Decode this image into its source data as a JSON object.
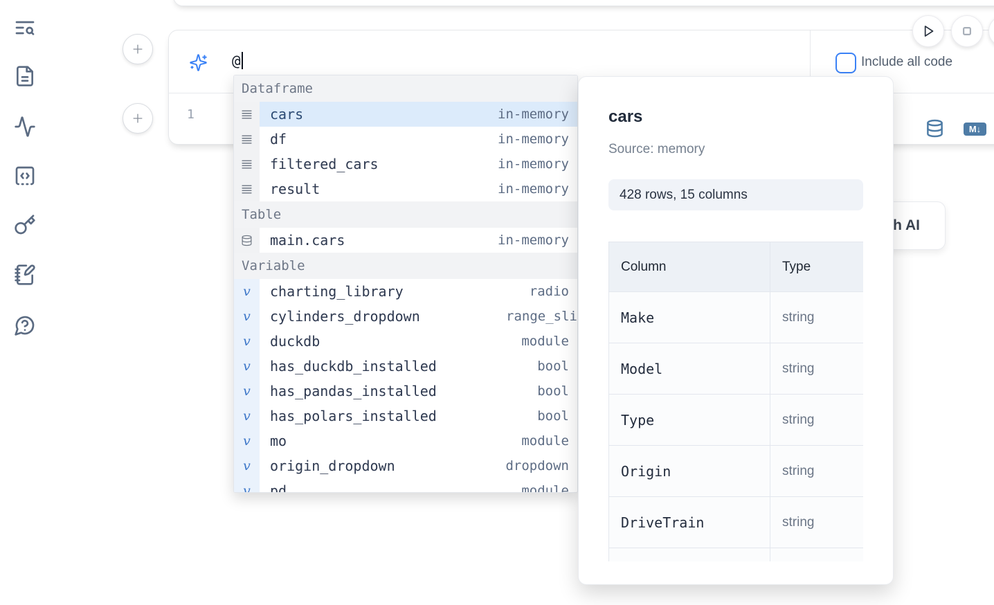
{
  "sidebar": {
    "icons": [
      "text-search-icon",
      "file-icon",
      "activity-icon",
      "code-square-icon",
      "key-icon",
      "notebook-pen-icon",
      "help-circle-icon"
    ]
  },
  "cell": {
    "ai_prompt": {
      "value": "@",
      "include_all_code_label": "Include all code"
    },
    "editor": {
      "line_number": "1"
    }
  },
  "run_controls": {
    "icons": [
      "play-icon",
      "stop-icon"
    ]
  },
  "ai_card": {
    "label_fragment": "h AI"
  },
  "autocomplete": {
    "sections": [
      {
        "label": "Dataframe",
        "kind": "dataframe",
        "icon": "rows",
        "items": [
          {
            "name": "cars",
            "type": "in-memory",
            "selected": true
          },
          {
            "name": "df",
            "type": "in-memory"
          },
          {
            "name": "filtered_cars",
            "type": "in-memory"
          },
          {
            "name": "result",
            "type": "in-memory"
          }
        ]
      },
      {
        "label": "Table",
        "kind": "table",
        "icon": "database",
        "items": [
          {
            "name": "main.cars",
            "type": "in-memory"
          }
        ]
      },
      {
        "label": "Variable",
        "kind": "variable",
        "icon": "variable",
        "items": [
          {
            "name": "charting_library",
            "type": "radio"
          },
          {
            "name": "cylinders_dropdown",
            "type": "range_sli",
            "clipped": true
          },
          {
            "name": "duckdb",
            "type": "module"
          },
          {
            "name": "has_duckdb_installed",
            "type": "bool"
          },
          {
            "name": "has_pandas_installed",
            "type": "bool"
          },
          {
            "name": "has_polars_installed",
            "type": "bool"
          },
          {
            "name": "mo",
            "type": "module"
          },
          {
            "name": "origin_dropdown",
            "type": "dropdown"
          },
          {
            "name": "pd",
            "type": "module",
            "partial": true
          }
        ]
      }
    ]
  },
  "preview": {
    "title": "cars",
    "source_label": "Source: memory",
    "shape_label": "428 rows, 15 columns",
    "table": {
      "headers": [
        "Column",
        "Type"
      ],
      "rows": [
        [
          "Make",
          "string"
        ],
        [
          "Model",
          "string"
        ],
        [
          "Type",
          "string"
        ],
        [
          "Origin",
          "string"
        ],
        [
          "DriveTrain",
          "string"
        ]
      ],
      "partial_row": true
    }
  },
  "colors": {
    "accent_blue": "#3b82f6",
    "steel_blue": "#4e7ca6",
    "selected_row_bg": "#dcebfb",
    "icon_slate": "#5b6b82"
  }
}
